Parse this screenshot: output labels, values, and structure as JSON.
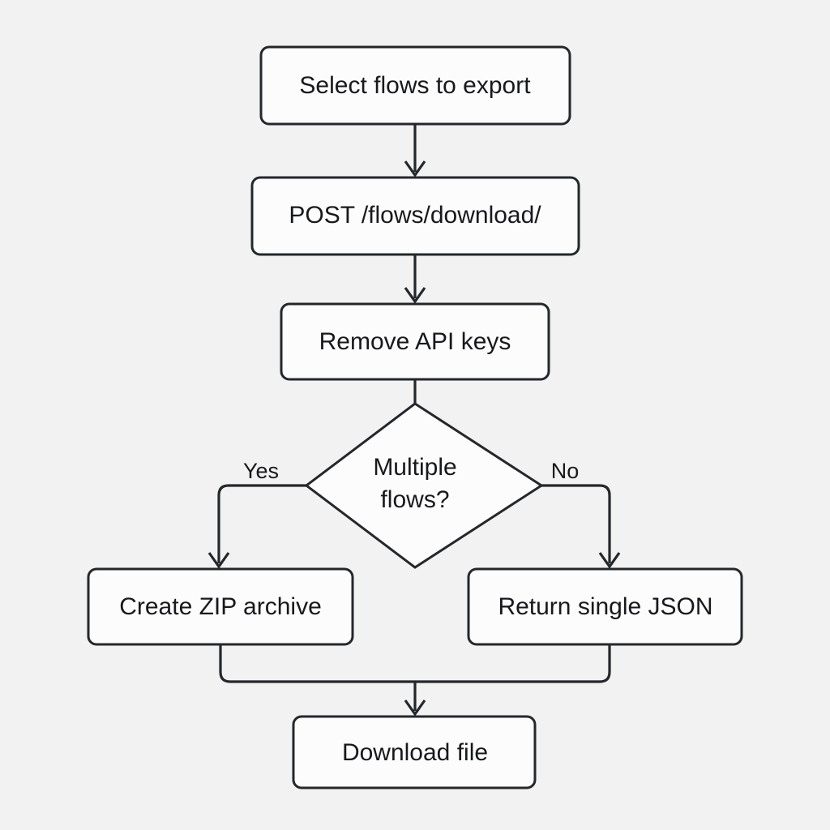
{
  "diagram": {
    "title": "Flow export process flowchart",
    "type": "flowchart",
    "direction": "top-to-bottom",
    "background_color": "#f2f2f2",
    "node_fill_color": "#fcfcfc",
    "stroke_color": "#24272b",
    "text_color": "#17191c"
  },
  "nodes": [
    {
      "id": "select-flows",
      "shape": "rounded-rectangle",
      "label": "Select flows to export"
    },
    {
      "id": "post-endpoint",
      "shape": "rounded-rectangle",
      "label": "POST /flows/download/"
    },
    {
      "id": "remove-api-keys",
      "shape": "rounded-rectangle",
      "label": "Remove API keys"
    },
    {
      "id": "multiple-flows-decision",
      "shape": "diamond",
      "label_line1": "Multiple",
      "label_line2": "flows?"
    },
    {
      "id": "create-zip-archive",
      "shape": "rounded-rectangle",
      "label": "Create ZIP archive"
    },
    {
      "id": "return-single-json",
      "shape": "rounded-rectangle",
      "label": "Return single JSON"
    },
    {
      "id": "download-file",
      "shape": "rounded-rectangle",
      "label": "Download file"
    }
  ],
  "edge_labels": {
    "yes": "Yes",
    "no": "No"
  }
}
